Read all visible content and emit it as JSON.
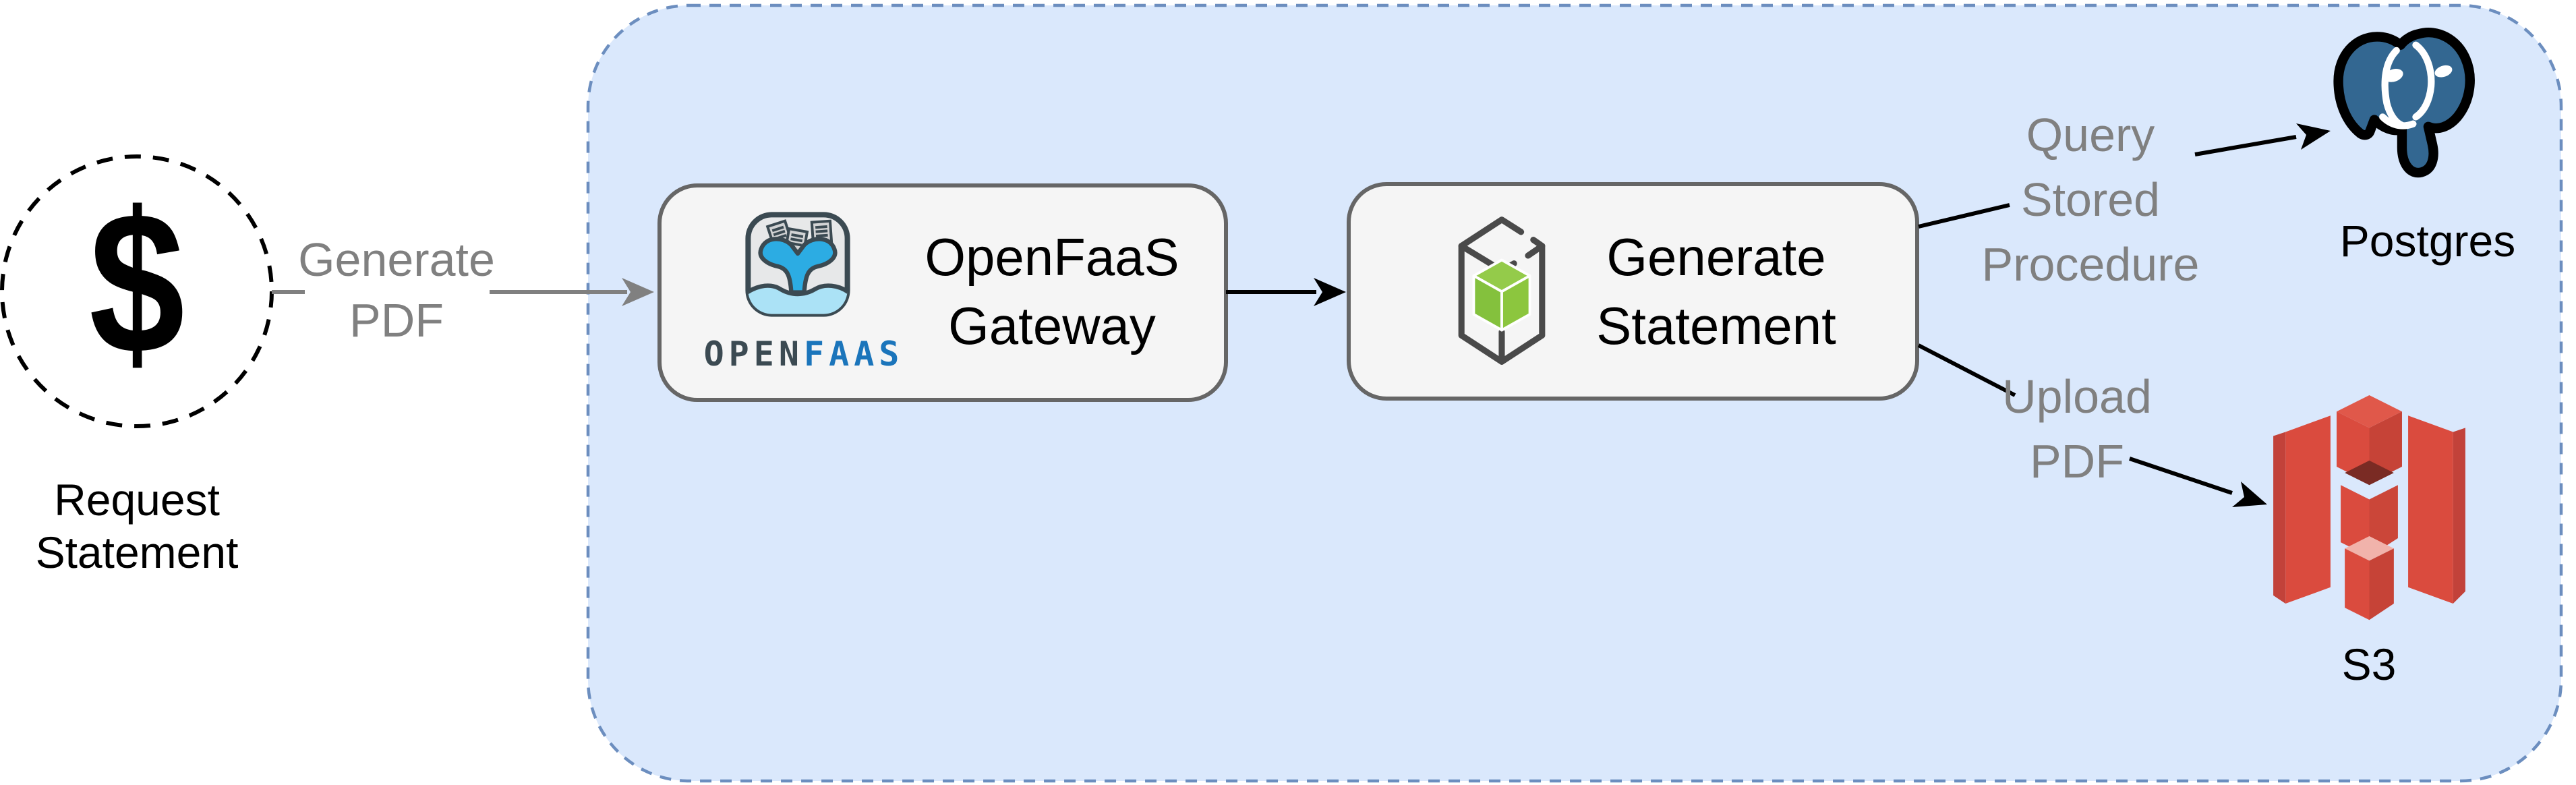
{
  "request": {
    "symbol": "$",
    "line1": "Request",
    "line2": "Statement"
  },
  "edge_generate_pdf": {
    "line1": "Generate",
    "line2": "PDF"
  },
  "gateway": {
    "line1": "OpenFaaS",
    "line2": "Gateway",
    "brand_open": "OPEN",
    "brand_faas": "FAAS"
  },
  "function": {
    "line1": "Generate",
    "line2": "Statement"
  },
  "edge_query": {
    "line1": "Query",
    "line2": "Stored",
    "line3": "Procedure"
  },
  "edge_upload": {
    "line1": "Upload",
    "line2": "PDF"
  },
  "postgres": {
    "label": "Postgres"
  },
  "s3": {
    "label": "S3"
  },
  "colors": {
    "container_fill": "#dae8fc",
    "container_border": "#6c8ebf",
    "node_fill": "#f5f5f5",
    "node_border": "#666666",
    "edge_gray": "#808080",
    "edge_black": "#000000",
    "openfaas_blue": "#2cace3",
    "openfaas_dark": "#3b4a52",
    "openfaas_brand_blue": "#1b75bb",
    "function_green": "#8cc63e",
    "postgres_blue": "#336791",
    "s3_red": "#da4b3e"
  }
}
